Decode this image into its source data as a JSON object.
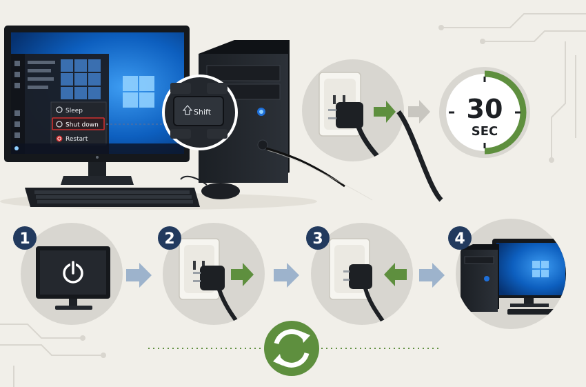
{
  "start_menu": {
    "items": [
      {
        "label": "Sleep",
        "icon": "power-icon",
        "highlighted": false
      },
      {
        "label": "Shut down",
        "icon": "power-icon",
        "highlighted": true
      },
      {
        "label": "Restart",
        "icon": "power-icon",
        "highlighted": false
      }
    ]
  },
  "key": {
    "label": "Shift",
    "icon": "shift-arrow-icon"
  },
  "timer": {
    "value": "30",
    "unit": "SEC"
  },
  "steps": [
    {
      "number": "1",
      "icon": "power-icon"
    },
    {
      "number": "2",
      "icon": "plug-removed-icon"
    },
    {
      "number": "3",
      "icon": "plug-inserted-icon"
    },
    {
      "number": "4",
      "icon": "computer-on-icon"
    }
  ],
  "colors": {
    "background": "#f1efe9",
    "step_badge": "#223a5e",
    "green": "#5e8f3e",
    "arrow_blue": "#9db3cc",
    "highlight_red": "#d03030",
    "screen_blue": "#0d5fbf"
  }
}
